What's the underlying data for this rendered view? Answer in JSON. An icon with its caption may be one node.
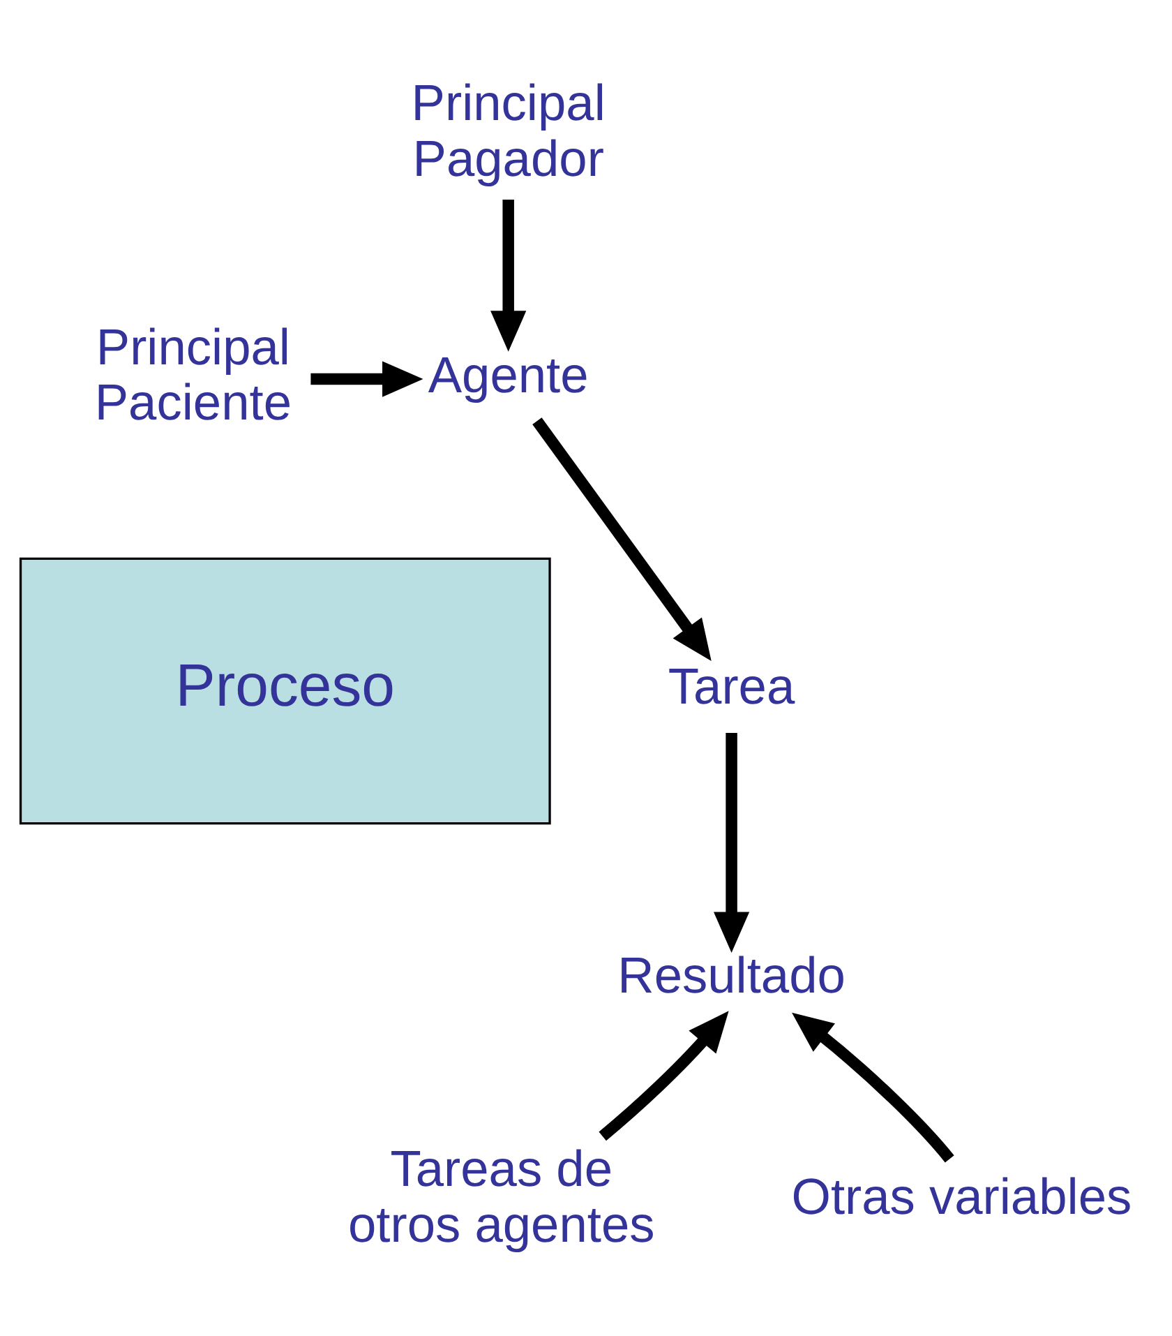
{
  "diagram": {
    "nodes": [
      {
        "text": [
          "Principal Pagador"
        ]
      },
      {
        "text": [
          "Principal Paciente"
        ]
      },
      {
        "text": [
          "Agente"
        ]
      },
      {
        "text": [
          "Proceso"
        ]
      },
      {
        "text": [
          "Tarea"
        ]
      },
      {
        "text": [
          "Resultado"
        ]
      },
      {
        "text": [
          "Tareas de otros agentes"
        ]
      },
      {
        "text": [
          "Otras variables"
        ]
      }
    ],
    "edges": [
      {
        "from": 0,
        "to": 2,
        "arrow": "to"
      },
      {
        "from": 1,
        "to": 2,
        "arrow": "to"
      },
      {
        "from": 2,
        "to": 4,
        "arrow": "to"
      },
      {
        "from": 4,
        "to": 5,
        "arrow": "to"
      },
      {
        "from": 6,
        "to": 5,
        "arrow": "to"
      },
      {
        "from": 7,
        "to": 5,
        "arrow": "to"
      }
    ]
  }
}
